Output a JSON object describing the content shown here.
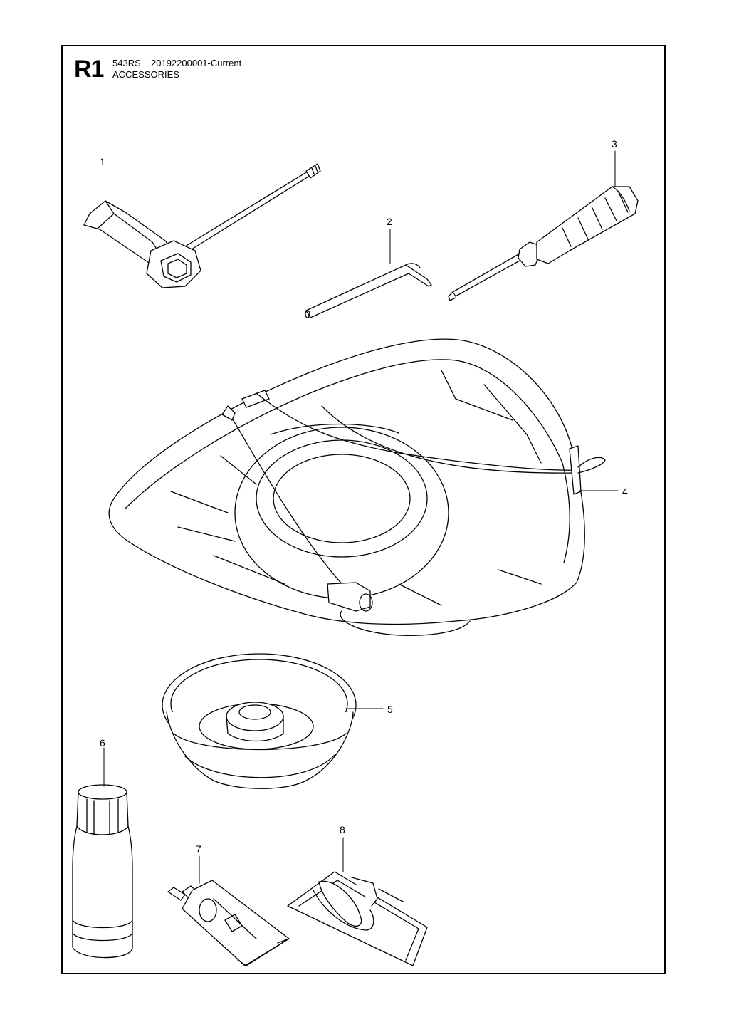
{
  "header": {
    "page_code": "R1",
    "model": "543RS",
    "document_number": "20192200001-Current",
    "section_title": "ACCESSORIES"
  },
  "callouts": [
    {
      "id": "1",
      "label": "1"
    },
    {
      "id": "2",
      "label": "2"
    },
    {
      "id": "3",
      "label": "3"
    },
    {
      "id": "4",
      "label": "4"
    },
    {
      "id": "5",
      "label": "5"
    },
    {
      "id": "6",
      "label": "6"
    },
    {
      "id": "7",
      "label": "7"
    },
    {
      "id": "8",
      "label": "8"
    }
  ],
  "parts": [
    {
      "callout": "1",
      "icon": "combination-spanner-icon"
    },
    {
      "callout": "2",
      "icon": "hex-key-icon"
    },
    {
      "callout": "3",
      "icon": "screwdriver-icon"
    },
    {
      "callout": "4",
      "icon": "blade-guard-icon"
    },
    {
      "callout": "5",
      "icon": "support-cup-icon"
    },
    {
      "callout": "6",
      "icon": "oil-bottle-icon"
    },
    {
      "callout": "7",
      "icon": "grease-tube-icon"
    },
    {
      "callout": "8",
      "icon": "harness-bag-icon"
    }
  ]
}
